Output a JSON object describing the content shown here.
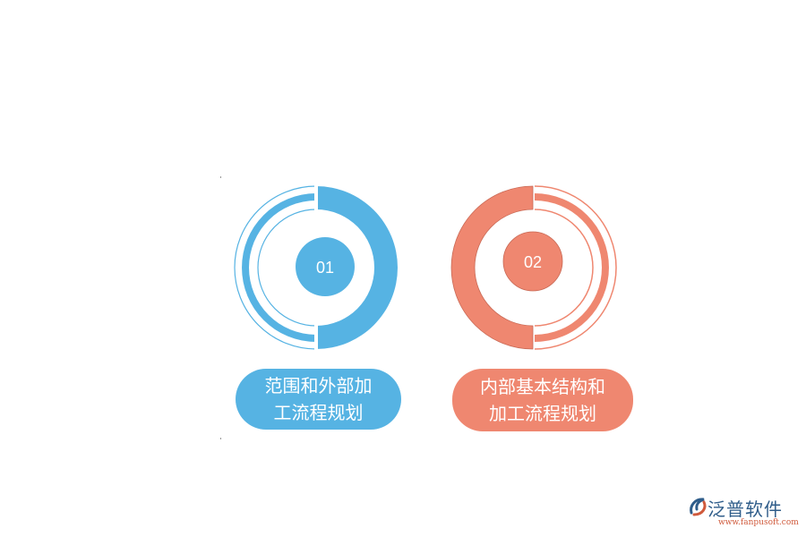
{
  "nodes": [
    {
      "number": "01",
      "label_lines": [
        "范围和外部加",
        "工流程规划"
      ],
      "color": "#56b3e3"
    },
    {
      "number": "02",
      "label_lines": [
        "内部基本结构和",
        "加工流程规划"
      ],
      "color": "#ef8770"
    }
  ],
  "logo": {
    "name": "泛普软件",
    "url": "www.fanpusoft.com",
    "icon": "fanpu-swirl-icon",
    "colors": {
      "blue": "#2f5d8a",
      "red": "#d05a3c"
    }
  }
}
